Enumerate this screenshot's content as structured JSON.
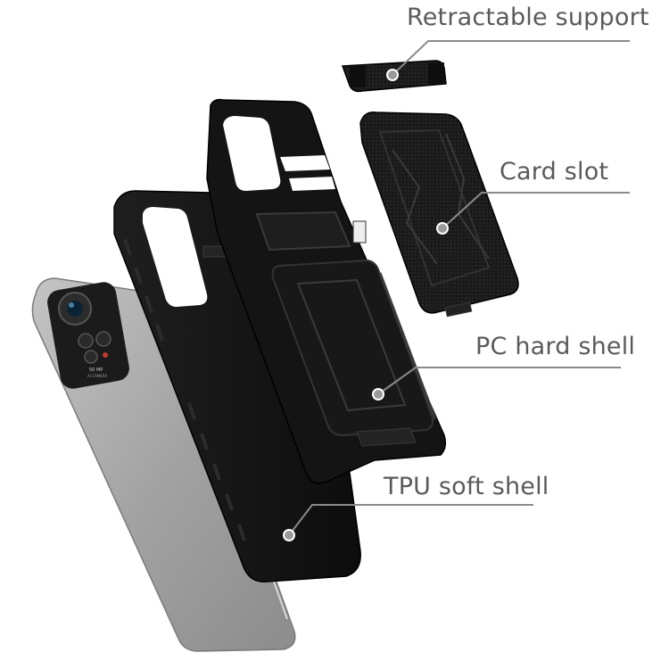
{
  "callouts": {
    "retractable_support": "Retractable support",
    "card_slot": "Card slot",
    "pc_hard_shell": "PC hard shell",
    "tpu_soft_shell": "TPU soft shell"
  },
  "phone_camera_text": {
    "megapixels": "50 MP",
    "subtitle": "AI CAMERA"
  },
  "colors": {
    "case_black": "#141414",
    "case_edge": "#2a2a2a",
    "phone_silver": "#a9a9a9",
    "callout_line": "#8a8a8a",
    "callout_text": "#5a5a5a"
  }
}
